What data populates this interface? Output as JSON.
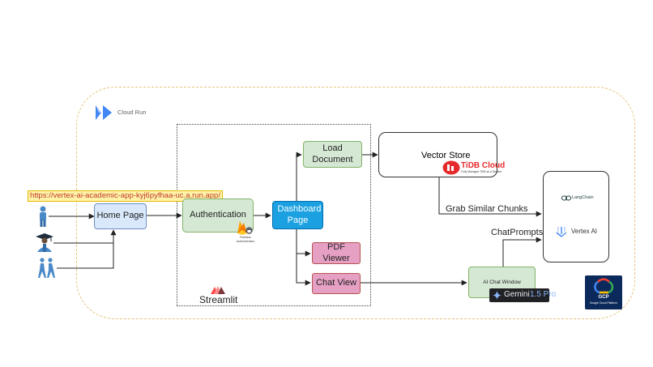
{
  "cloud_run": {
    "label": "Cloud Run",
    "icon": "cloud-run-icon"
  },
  "url": "https://vertex-ai-academic-app-kyj6pyfhaa-uc.a.run.app/",
  "users": {
    "icons": [
      "person-icon",
      "graduate-icon",
      "hikers-icon"
    ]
  },
  "nodes": {
    "home": "Home Page",
    "authentication": "Authentication",
    "firebase_caption": "Firebase Authentication",
    "dashboard": "Dashboard Page",
    "load_document": "Load Document",
    "pdf_viewer": "PDF Viewer",
    "chat_view": "Chat View",
    "vector_store": "Vector Store",
    "tidb_brand": "TiDB Cloud",
    "tidb_tagline": "Fully Managed TiDB as a Service",
    "ai_chat_window": "AI Chat Window",
    "gemini_brand": "Gemini",
    "gemini_version": "1.5 Pro",
    "langchain": "LangChain",
    "vertex_ai": "Vertex AI",
    "gcp_title": "GCP",
    "gcp_subtitle": "Google Cloud Platform"
  },
  "edge_labels": {
    "grab_chunks": "Grab Similar Chunks",
    "chat_prompts": "ChatPrompts"
  },
  "streamlit_label": "Streamlit",
  "colors": {
    "home_fill": "#dae8fc",
    "home_stroke": "#6c8ebf",
    "green_fill": "#d5e8d4",
    "green_stroke": "#82b366",
    "dashboard_fill": "#1ba1e2",
    "pink_fill": "#e6a0c4",
    "pink_stroke": "#b85450",
    "tidb_red": "#e52b2b",
    "gemini_dark": "#202124",
    "gcp_navy": "#0b2a5b"
  }
}
